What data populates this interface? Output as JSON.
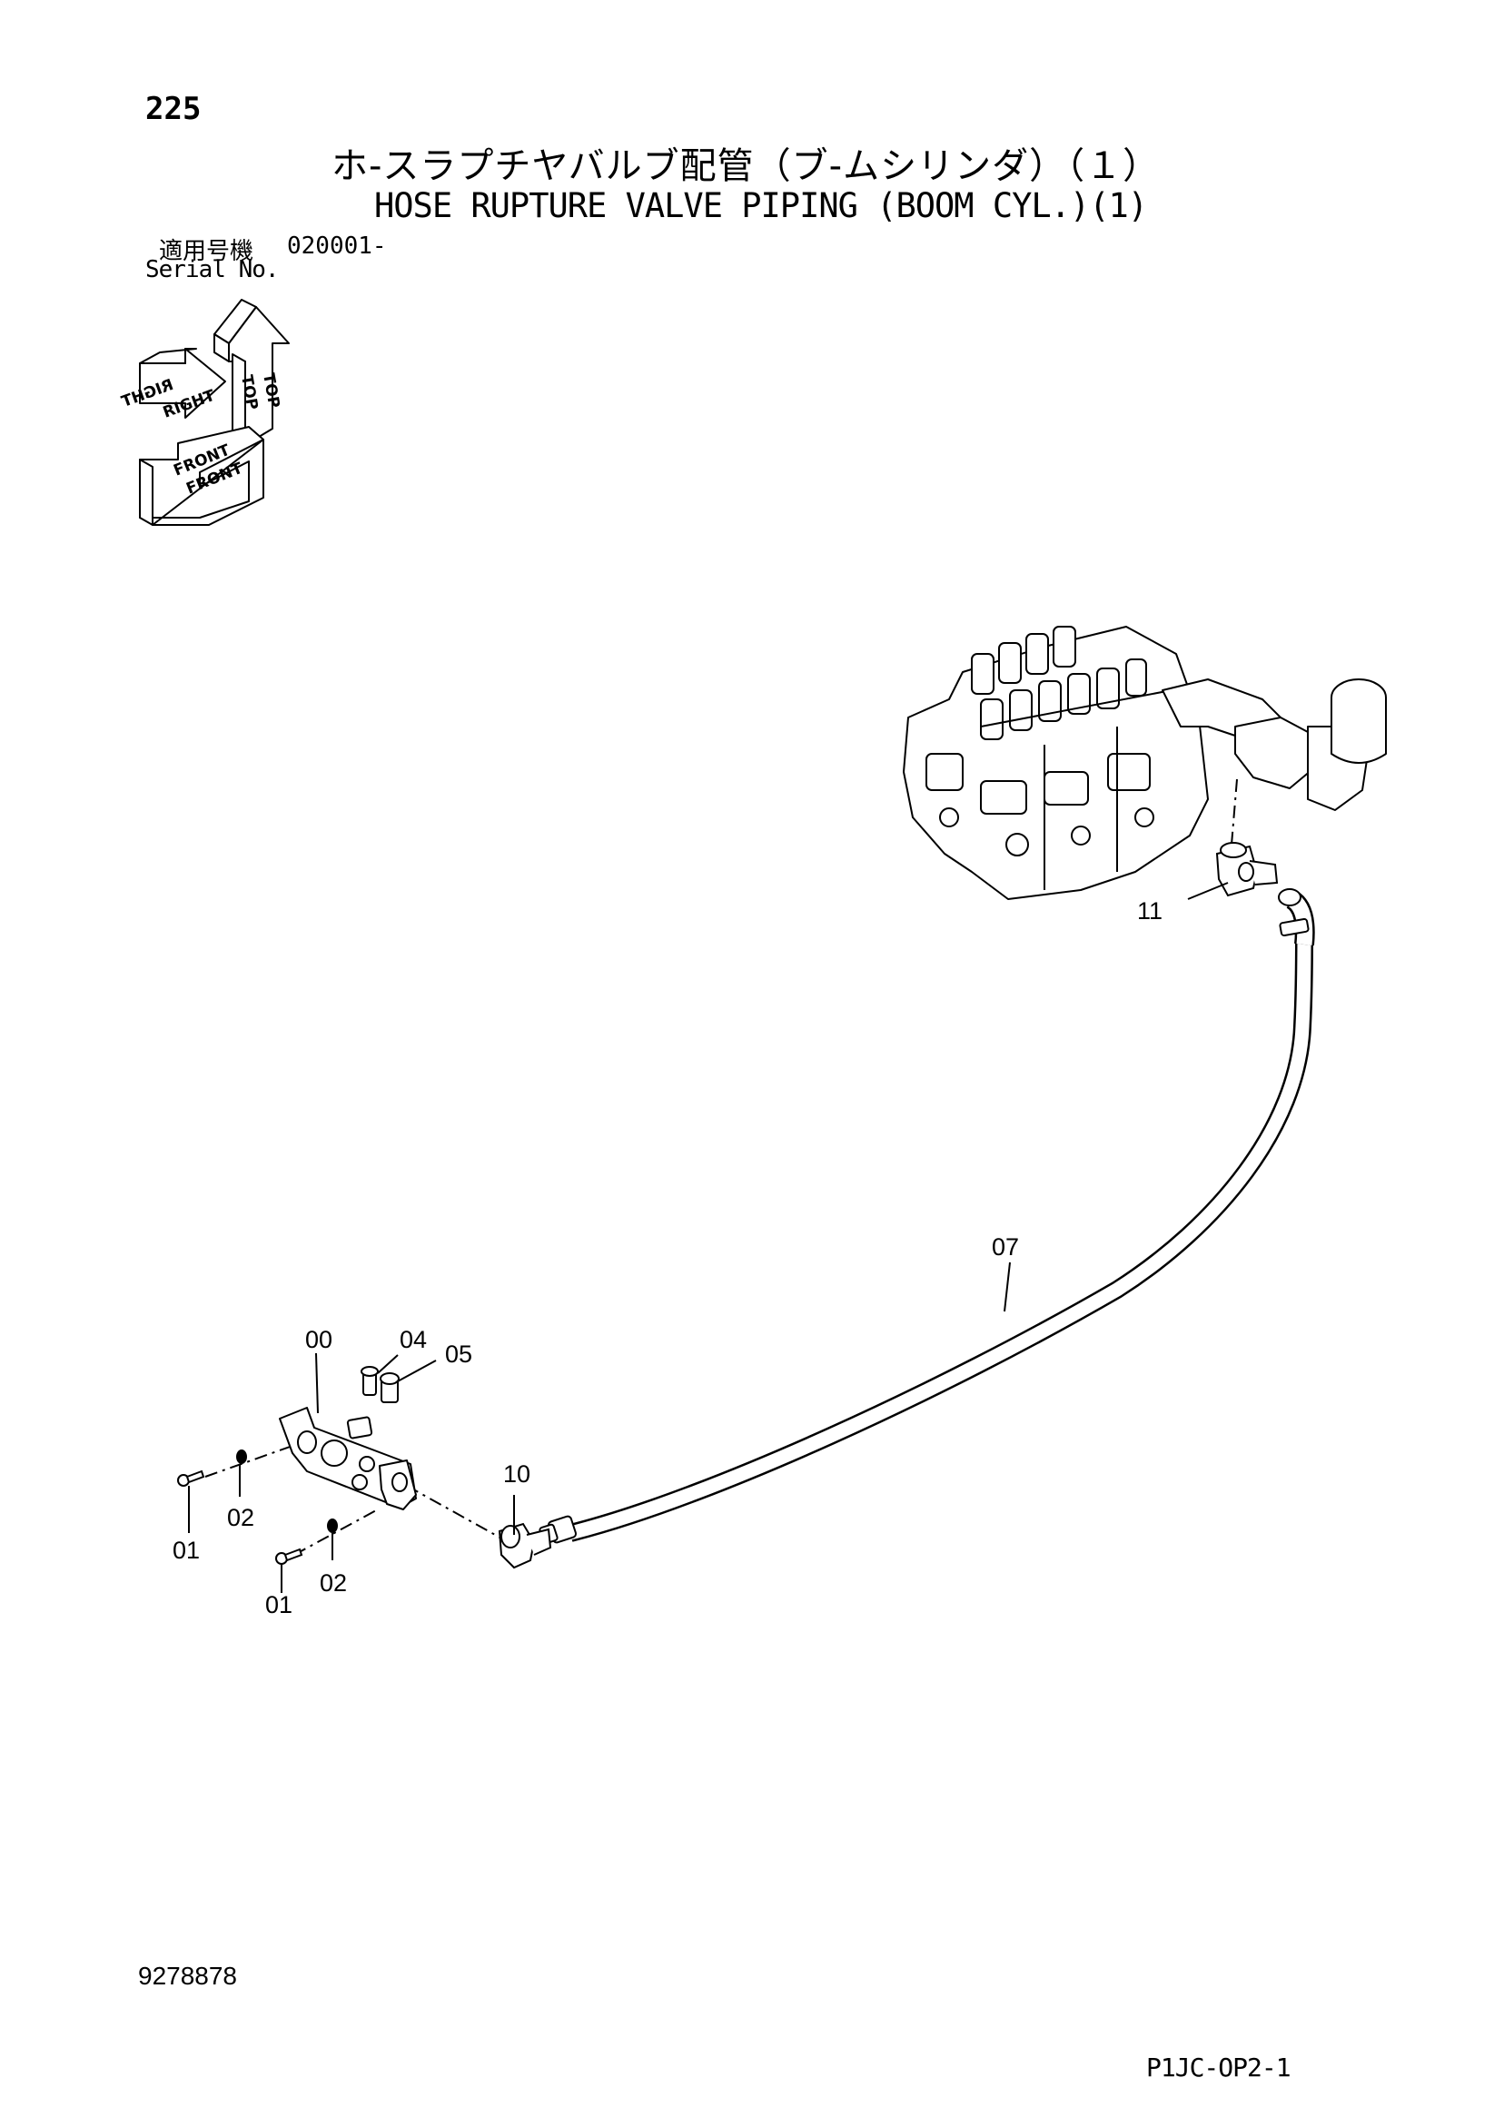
{
  "header": {
    "page_number": "225",
    "title_jp": "ホ-スラプチヤバルブ配管（ブ-ムシリンダ）（１）",
    "title_en": "HOSE RUPTURE VALVE PIPING (BOOM CYL.)(1)",
    "serial_label_jp": "適用号機",
    "serial_value": "020001-",
    "serial_label_en": "Serial No."
  },
  "compass": {
    "top": "TOP",
    "right": "RIGHT",
    "front": "FRONT"
  },
  "parts": {
    "p00": "00",
    "p01a": "01",
    "p01b": "01",
    "p02a": "02",
    "p02b": "02",
    "p04": "04",
    "p05": "05",
    "p07": "07",
    "p10": "10",
    "p11": "11"
  },
  "footer": {
    "doc_number": "9278878",
    "page_code": "P1JC-OP2-1"
  }
}
